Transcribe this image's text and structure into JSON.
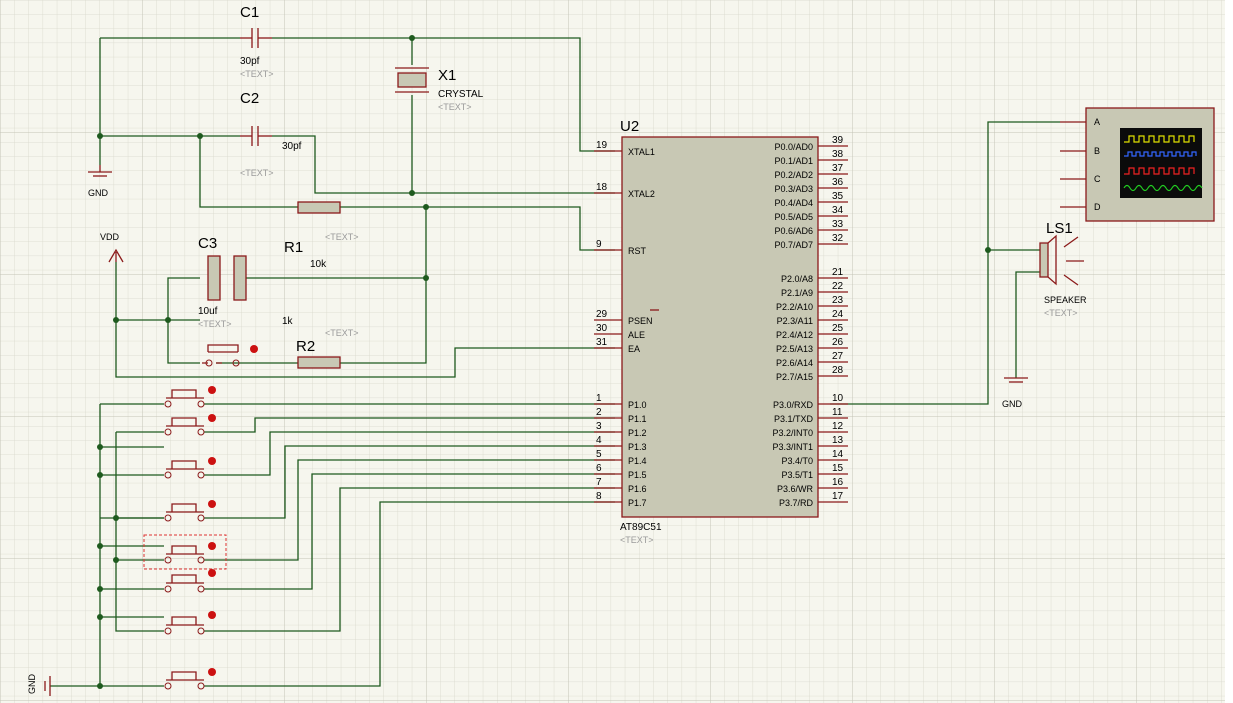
{
  "parts": {
    "c1": {
      "ref": "C1",
      "value": "30pf",
      "text": "<TEXT>"
    },
    "c2": {
      "ref": "C2",
      "value": "30pf",
      "text": "<TEXT>"
    },
    "c3": {
      "ref": "C3",
      "value": "10uf",
      "text": "<TEXT>"
    },
    "x1": {
      "ref": "X1",
      "value": "CRYSTAL",
      "text": "<TEXT>"
    },
    "r1": {
      "ref": "R1",
      "value": "10k",
      "text": "<TEXT>"
    },
    "r2": {
      "ref": "R2",
      "value": "1k",
      "text": "<TEXT>"
    },
    "u2": {
      "ref": "U2",
      "value": "AT89C51",
      "text": "<TEXT>"
    },
    "ls1": {
      "ref": "LS1",
      "value": "SPEAKER",
      "text": "<TEXT>"
    },
    "vdd": "VDD",
    "gnd": "GND"
  },
  "mcu": {
    "left_pins": [
      {
        "num": "19",
        "name": "XTAL1"
      },
      {
        "num": "18",
        "name": "XTAL2"
      },
      {
        "num": "9",
        "name": "RST"
      },
      {
        "num": "29",
        "name": "PSEN"
      },
      {
        "num": "30",
        "name": "ALE"
      },
      {
        "num": "31",
        "name": "EA"
      },
      {
        "num": "1",
        "name": "P1.0"
      },
      {
        "num": "2",
        "name": "P1.1"
      },
      {
        "num": "3",
        "name": "P1.2"
      },
      {
        "num": "4",
        "name": "P1.3"
      },
      {
        "num": "5",
        "name": "P1.4"
      },
      {
        "num": "6",
        "name": "P1.5"
      },
      {
        "num": "7",
        "name": "P1.6"
      },
      {
        "num": "8",
        "name": "P1.7"
      }
    ],
    "right_pins": [
      {
        "num": "39",
        "name": "P0.0/AD0"
      },
      {
        "num": "38",
        "name": "P0.1/AD1"
      },
      {
        "num": "37",
        "name": "P0.2/AD2"
      },
      {
        "num": "36",
        "name": "P0.3/AD3"
      },
      {
        "num": "35",
        "name": "P0.4/AD4"
      },
      {
        "num": "34",
        "name": "P0.5/AD5"
      },
      {
        "num": "33",
        "name": "P0.6/AD6"
      },
      {
        "num": "32",
        "name": "P0.7/AD7"
      },
      {
        "num": "21",
        "name": "P2.0/A8"
      },
      {
        "num": "22",
        "name": "P2.1/A9"
      },
      {
        "num": "23",
        "name": "P2.2/A10"
      },
      {
        "num": "24",
        "name": "P2.3/A11"
      },
      {
        "num": "25",
        "name": "P2.4/A12"
      },
      {
        "num": "26",
        "name": "P2.5/A13"
      },
      {
        "num": "27",
        "name": "P2.6/A14"
      },
      {
        "num": "28",
        "name": "P2.7/A15"
      },
      {
        "num": "10",
        "name": "P3.0/RXD"
      },
      {
        "num": "11",
        "name": "P3.1/TXD"
      },
      {
        "num": "12",
        "name": "P3.2/INT0"
      },
      {
        "num": "13",
        "name": "P3.3/INT1"
      },
      {
        "num": "14",
        "name": "P3.4/T0"
      },
      {
        "num": "15",
        "name": "P3.5/T1"
      },
      {
        "num": "16",
        "name": "P3.6/WR"
      },
      {
        "num": "17",
        "name": "P3.7/RD"
      }
    ]
  },
  "scope_channels": [
    "A",
    "B",
    "C",
    "D"
  ],
  "colors": {
    "background": "#f6f6ee",
    "grid_minor": "#d8d8cc",
    "grid_major": "#c4c4b6",
    "wire": "#1e5a1e",
    "component": "#8b1a1a",
    "body": "#c8c8b4"
  }
}
